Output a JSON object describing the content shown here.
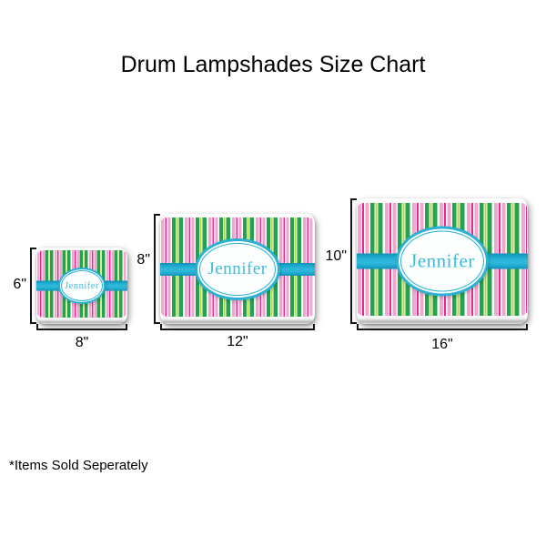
{
  "title": "Drum Lampshades Size Chart",
  "footnote": "*Items Sold Seperately",
  "shades": [
    {
      "name": "small drum lampshade",
      "monogram": "Jennifer",
      "height_label": "6\"",
      "width_label": "8\""
    },
    {
      "name": "medium drum lampshade",
      "monogram": "Jennifer",
      "height_label": "8\"",
      "width_label": "12\""
    },
    {
      "name": "large drum lampshade",
      "monogram": "Jennifer",
      "height_label": "10\"",
      "width_label": "16\""
    }
  ],
  "colors": {
    "stripe-pink": "#F1A6CC",
    "stripe-magenta": "#E82790",
    "stripe-green": "#23A24F",
    "stripe-lime": "#B9D43C",
    "stripe-white": "#FFFFFF",
    "ribbon-teal": "#1BA7CD",
    "ribbon-teal-dark": "#0C8FB6",
    "ribbon-teal-light": "#2FB7DA",
    "oval-border-teal": "#2AB1D4",
    "monogram-teal": "#3DBBDC",
    "text-black": "#000000"
  }
}
